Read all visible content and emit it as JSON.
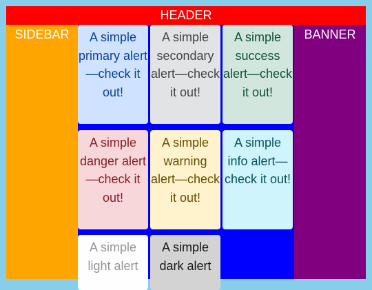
{
  "layout": {
    "header": "HEADER",
    "sidebar": "SIDEBAR",
    "banner": "BANNER"
  },
  "alerts": [
    {
      "text": "A simple primary alert—check it out!",
      "bg": "#cfe2ff",
      "fg": "#084298"
    },
    {
      "text": "A simple secondary alert—check it out!",
      "bg": "#e2e3e5",
      "fg": "#41464b"
    },
    {
      "text": "A simple success alert—check it out!",
      "bg": "#d1e7dd",
      "fg": "#0f5132"
    },
    {
      "text": "A simple danger alert—check it out!",
      "bg": "#f8d7da",
      "fg": "#842029"
    },
    {
      "text": "A simple warning alert—check it out!",
      "bg": "#fff3cd",
      "fg": "#664d03"
    },
    {
      "text": "A simple info alert—check it out!",
      "bg": "#cff4fc",
      "fg": "#055160"
    },
    {
      "text": "A simple light alert",
      "bg": "#fefefe",
      "fg": "#959596"
    },
    {
      "text": "A simple dark alert",
      "bg": "#d3d3d4",
      "fg": "#141619"
    }
  ]
}
